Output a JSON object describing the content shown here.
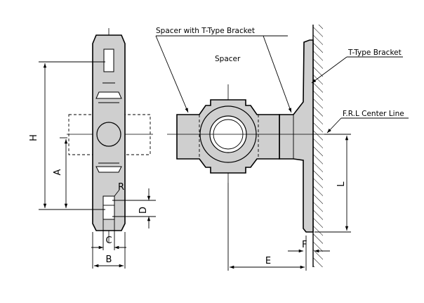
{
  "labels": {
    "spacer_with_bracket": "Spacer with T-Type Bracket",
    "spacer": "Spacer",
    "t_type_bracket": "T-Type Bracket",
    "frl_center_line": "F.R.L Center Line"
  },
  "dimensions": {
    "H": "H",
    "A": "A",
    "R": "R",
    "D": "D",
    "C": "C",
    "B": "B",
    "L": "L",
    "E": "E",
    "F": "F"
  },
  "colors": {
    "fill": "#cfcfcf",
    "line": "#000000"
  }
}
